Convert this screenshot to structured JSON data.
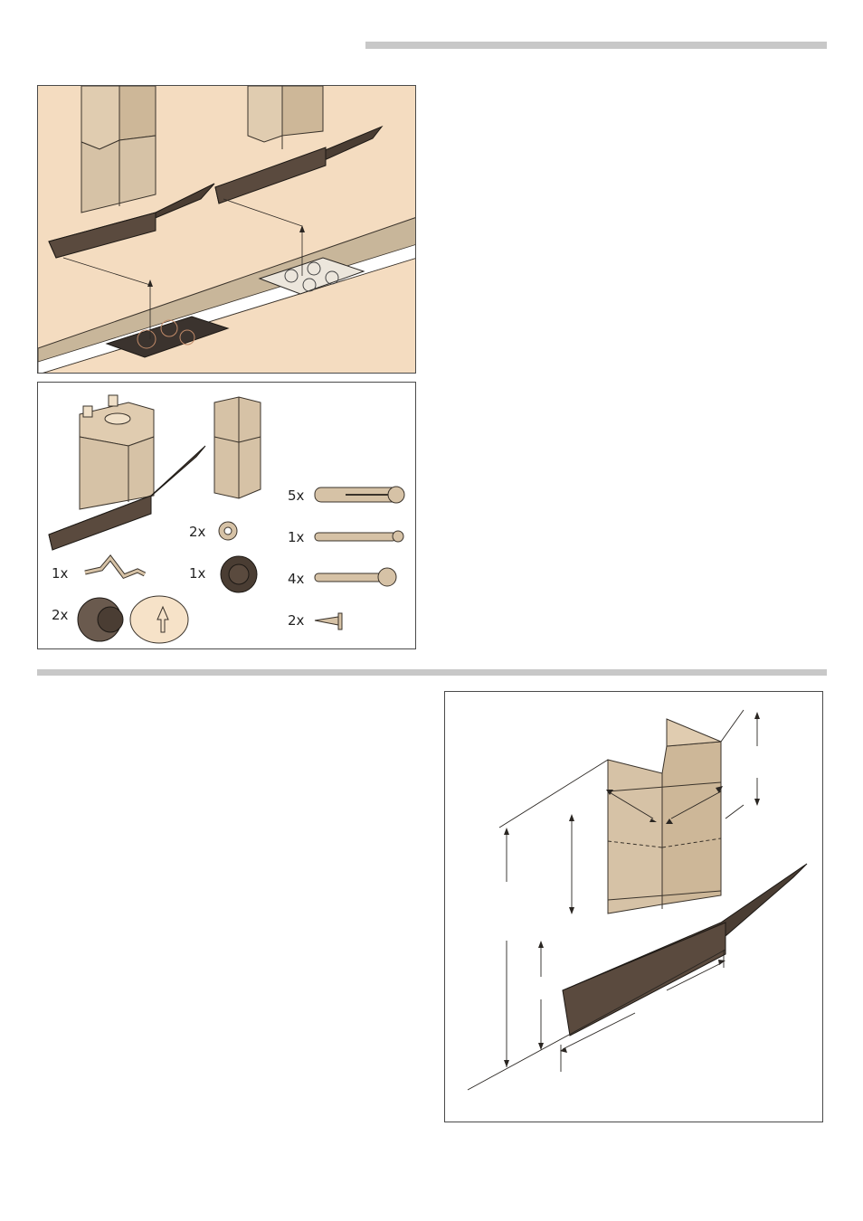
{
  "parts_quantities": {
    "fixing_bracket": "1x",
    "extractor_unit": "2x",
    "washer": "2x",
    "knob": "1x",
    "dowel": "5x",
    "long_screw": "1x",
    "torx_screw": "4x",
    "small_screw": "2x"
  },
  "colors": {
    "chimney_beige": "#d6c2a6",
    "hood_dark": "#4a3d33",
    "worktop": "#c8b69a",
    "wall": "#f4dcc0",
    "rule_grey": "#c8c8c8"
  }
}
